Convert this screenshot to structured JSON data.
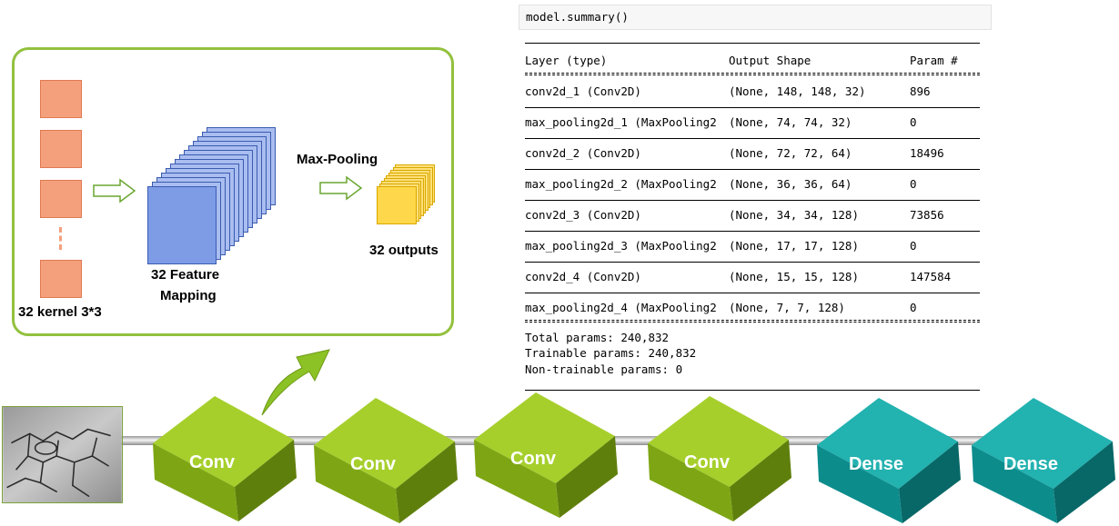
{
  "inset": {
    "kernel_label": "32 kernel 3*3",
    "feature_label_line1": "32  Feature",
    "feature_label_line2": "Mapping",
    "pooling_label": "Max-Pooling",
    "outputs_label": "32 outputs"
  },
  "summary": {
    "command": "model.summary()",
    "header": {
      "layer": "Layer (type)",
      "shape": "Output Shape",
      "params": "Param #"
    },
    "rows": [
      {
        "layer": "conv2d_1 (Conv2D)",
        "shape": "(None, 148, 148, 32)",
        "params": "896"
      },
      {
        "layer": "max_pooling2d_1 (MaxPooling2",
        "shape": "(None, 74, 74, 32)",
        "params": "0"
      },
      {
        "layer": "conv2d_2 (Conv2D)",
        "shape": "(None, 72, 72, 64)",
        "params": "18496"
      },
      {
        "layer": "max_pooling2d_2 (MaxPooling2",
        "shape": "(None, 36, 36, 64)",
        "params": "0"
      },
      {
        "layer": "conv2d_3 (Conv2D)",
        "shape": "(None, 34, 34, 128)",
        "params": "73856"
      },
      {
        "layer": "max_pooling2d_3 (MaxPooling2",
        "shape": "(None, 17, 17, 128)",
        "params": "0"
      },
      {
        "layer": "conv2d_4 (Conv2D)",
        "shape": "(None, 15, 15, 128)",
        "params": "147584"
      },
      {
        "layer": "max_pooling2d_4 (MaxPooling2",
        "shape": "(None, 7, 7, 128)",
        "params": "0"
      }
    ],
    "total": "Total params: 240,832",
    "trainable": "Trainable params: 240,832",
    "non_trainable": "Non-trainable params: 0"
  },
  "pipeline": {
    "blocks": [
      {
        "label": "Conv",
        "kind": "conv"
      },
      {
        "label": "Conv",
        "kind": "conv"
      },
      {
        "label": "Conv",
        "kind": "conv"
      },
      {
        "label": "Conv",
        "kind": "conv"
      },
      {
        "label": "Dense",
        "kind": "dense"
      },
      {
        "label": "Dense",
        "kind": "dense"
      }
    ],
    "colors": {
      "conv_front": "#7ea614",
      "conv_top": "#a6cf2c",
      "conv_side": "#5f7f0c",
      "dense_front": "#0d8c8c",
      "dense_top": "#22b2b0",
      "dense_side": "#086767",
      "callout_arrow": "#8cc225"
    }
  }
}
